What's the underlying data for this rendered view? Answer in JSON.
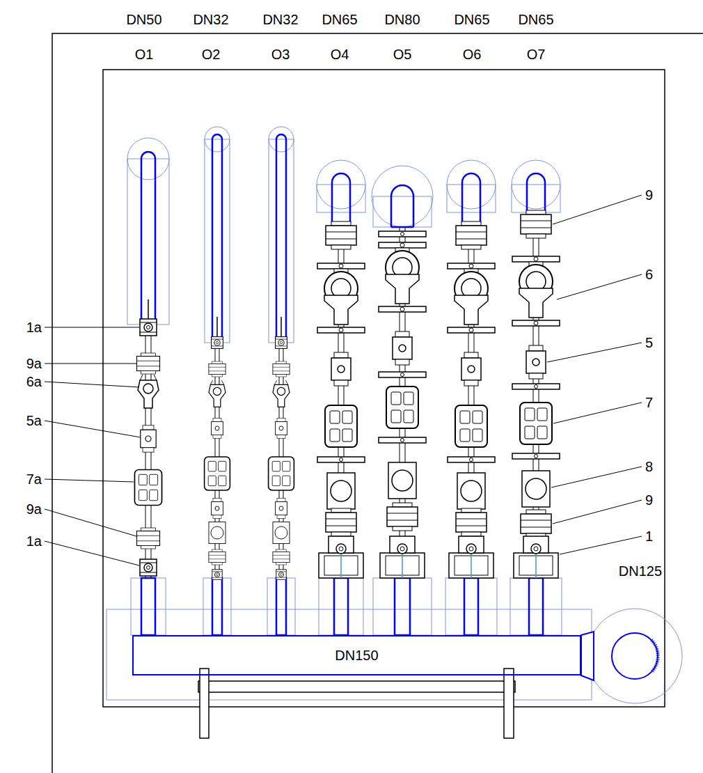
{
  "diagram": {
    "nodes": [
      {
        "text": [
          "DN150"
        ]
      }
    ],
    "labels": [
      "DN50",
      "DN32",
      "DN32",
      "DN65",
      "DN80",
      "DN65",
      "DN65",
      "O1",
      "O2",
      "O3",
      "O4",
      "O5",
      "O6",
      "O7",
      "1a",
      "9a",
      "6a",
      "5a",
      "7a",
      "9a",
      "1a",
      "9",
      "6",
      "5",
      "7",
      "8",
      "9",
      "1",
      "DN125"
    ]
  }
}
